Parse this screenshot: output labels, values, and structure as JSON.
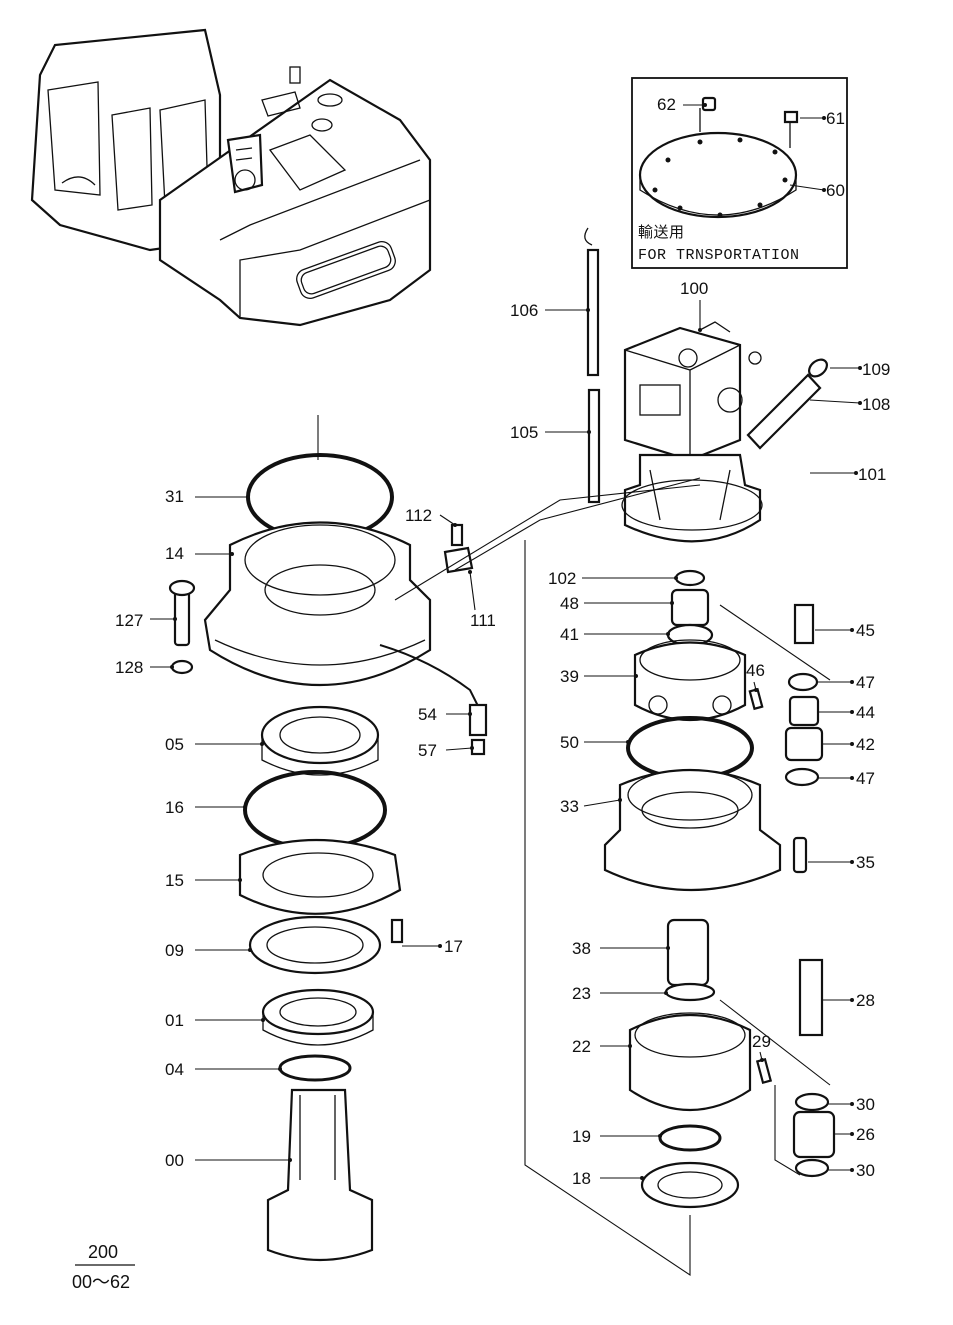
{
  "inset": {
    "caption_jp": "輸送用",
    "caption_en": "FOR TRNSPORTATION"
  },
  "reference": {
    "top": "200",
    "bottom": "00～62"
  },
  "parts": [
    {
      "key": "p62",
      "num": "62"
    },
    {
      "key": "p61",
      "num": "61"
    },
    {
      "key": "p60",
      "num": "60"
    },
    {
      "key": "p100",
      "num": "100"
    },
    {
      "key": "p106",
      "num": "106"
    },
    {
      "key": "p109",
      "num": "109"
    },
    {
      "key": "p108",
      "num": "108"
    },
    {
      "key": "p105",
      "num": "105"
    },
    {
      "key": "p101",
      "num": "101"
    },
    {
      "key": "p31",
      "num": "31"
    },
    {
      "key": "p112",
      "num": "112"
    },
    {
      "key": "p14",
      "num": "14"
    },
    {
      "key": "p102",
      "num": "102"
    },
    {
      "key": "p48",
      "num": "48"
    },
    {
      "key": "p127",
      "num": "127"
    },
    {
      "key": "p111",
      "num": "111"
    },
    {
      "key": "p41",
      "num": "41"
    },
    {
      "key": "p45",
      "num": "45"
    },
    {
      "key": "p128",
      "num": "128"
    },
    {
      "key": "p39",
      "num": "39"
    },
    {
      "key": "p46",
      "num": "46"
    },
    {
      "key": "p47a",
      "num": "47"
    },
    {
      "key": "p54",
      "num": "54"
    },
    {
      "key": "p44",
      "num": "44"
    },
    {
      "key": "p05",
      "num": "05"
    },
    {
      "key": "p57",
      "num": "57"
    },
    {
      "key": "p50",
      "num": "50"
    },
    {
      "key": "p42",
      "num": "42"
    },
    {
      "key": "p47b",
      "num": "47"
    },
    {
      "key": "p33",
      "num": "33"
    },
    {
      "key": "p16",
      "num": "16"
    },
    {
      "key": "p35",
      "num": "35"
    },
    {
      "key": "p15",
      "num": "15"
    },
    {
      "key": "p38",
      "num": "38"
    },
    {
      "key": "p09",
      "num": "09"
    },
    {
      "key": "p17",
      "num": "17"
    },
    {
      "key": "p28",
      "num": "28"
    },
    {
      "key": "p23",
      "num": "23"
    },
    {
      "key": "p01",
      "num": "01"
    },
    {
      "key": "p22",
      "num": "22"
    },
    {
      "key": "p29",
      "num": "29"
    },
    {
      "key": "p04",
      "num": "04"
    },
    {
      "key": "p30a",
      "num": "30"
    },
    {
      "key": "p19",
      "num": "19"
    },
    {
      "key": "p26",
      "num": "26"
    },
    {
      "key": "p00",
      "num": "00"
    },
    {
      "key": "p18",
      "num": "18"
    },
    {
      "key": "p30b",
      "num": "30"
    }
  ]
}
